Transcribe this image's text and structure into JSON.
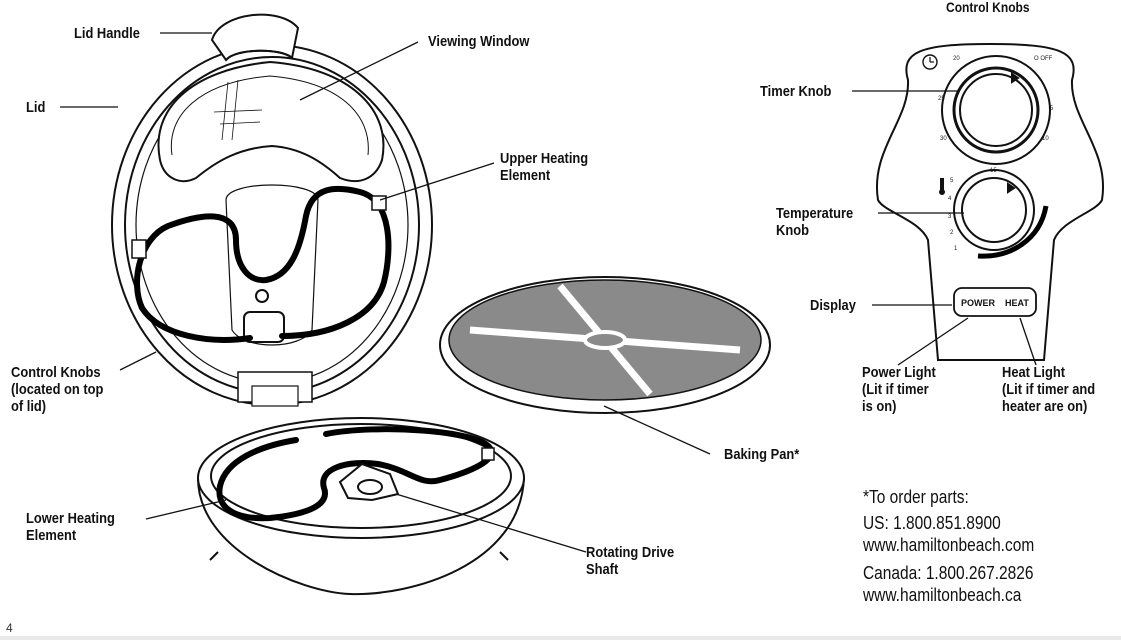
{
  "labels": {
    "lid_handle": "Lid Handle",
    "viewing_window": "Viewing Window",
    "lid": "Lid",
    "upper_heating_element": "Upper Heating\nElement",
    "control_knobs_lid": "Control Knobs\n(located on top\nof lid)",
    "lower_heating_element": "Lower Heating\nElement",
    "baking_pan": "Baking Pan*",
    "rotating_drive_shaft": "Rotating Drive\nShaft",
    "control_knobs_title": "Control Knobs",
    "timer_knob": "Timer Knob",
    "temperature_knob": "Temperature\nKnob",
    "display": "Display",
    "power_light": "Power Light\n(Lit if timer\nis on)",
    "heat_light": "Heat Light\n(Lit if timer and\nheater are on)"
  },
  "display_panel": {
    "power": "POWER",
    "heat": "HEAT"
  },
  "timer_dial": {
    "top_left": "20",
    "top_right": "O OFF",
    "ticks": [
      "25",
      "30",
      "15",
      "10",
      "5"
    ]
  },
  "temp_dial": {
    "ticks": [
      "5",
      "4",
      "3",
      "2",
      "1"
    ]
  },
  "order_info": {
    "heading": "*To order parts:",
    "us_phone": "US: 1.800.851.8900",
    "us_web": "www.hamiltonbeach.com",
    "canada_phone": "Canada: 1.800.267.2826",
    "canada_web": "www.hamiltonbeach.ca"
  },
  "page_number": "4"
}
